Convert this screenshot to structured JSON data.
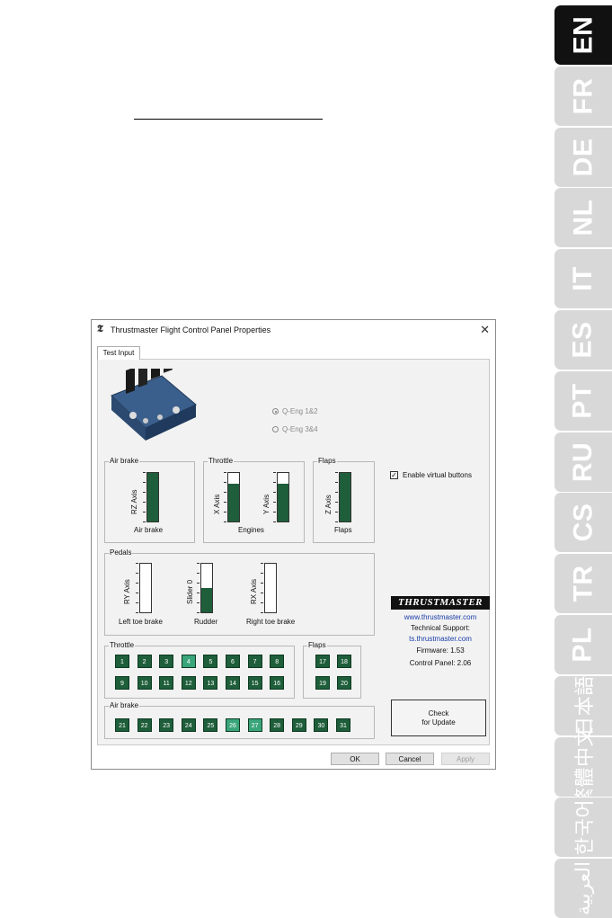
{
  "language_tabs": [
    {
      "code": "EN",
      "active": true
    },
    {
      "code": "FR",
      "active": false
    },
    {
      "code": "DE",
      "active": false
    },
    {
      "code": "NL",
      "active": false
    },
    {
      "code": "IT",
      "active": false
    },
    {
      "code": "ES",
      "active": false
    },
    {
      "code": "PT",
      "active": false
    },
    {
      "code": "RU",
      "active": false
    },
    {
      "code": "CS",
      "active": false
    },
    {
      "code": "TR",
      "active": false
    },
    {
      "code": "PL",
      "active": false
    },
    {
      "code": "日本語",
      "active": false
    },
    {
      "code": "繁體中文",
      "active": false
    },
    {
      "code": "한국어",
      "active": false
    },
    {
      "code": "العربية",
      "active": false
    }
  ],
  "colors": {
    "bar_fill": "#1e5e3a",
    "button_lit": "#3aa57a",
    "active_tab": "#111111",
    "inactive_tab": "#d8d8d8"
  },
  "window": {
    "title": "Thrustmaster Flight Control Panel Properties",
    "close_icon": "close-icon",
    "app_icon": "thrustmaster-logo-icon",
    "tab": "Test Input"
  },
  "mode": {
    "option1": "Q-Eng 1&2",
    "option2": "Q-Eng 3&4",
    "selected": "Q-Eng 1&2"
  },
  "groups": {
    "airbrake_axis": {
      "label": "Air brake",
      "axis": "RZ Axis",
      "caption": "Air brake",
      "level": 1.0
    },
    "throttle_axis": {
      "label": "Throttle",
      "x_axis": "X Axis",
      "y_axis": "Y Axis",
      "caption": "Engines",
      "x_level": 0.78,
      "y_level": 0.78
    },
    "flaps_axis": {
      "label": "Flaps",
      "axis": "Z Axis",
      "caption": "Flaps",
      "level": 1.0
    },
    "pedals": {
      "label": "Pedals",
      "left": {
        "axis": "RY Axis",
        "caption": "Left toe brake",
        "level": 0.0
      },
      "center": {
        "axis": "Slider 0",
        "caption": "Rudder",
        "level": 0.5
      },
      "right": {
        "axis": "RX Axis",
        "caption": "Right toe brake",
        "level": 0.0
      }
    }
  },
  "virtual_buttons": {
    "label": "Enable virtual buttons",
    "checked": true,
    "check_mark": "✓"
  },
  "throttle_buttons": {
    "label": "Throttle",
    "row1": [
      "1",
      "2",
      "3",
      "4",
      "5",
      "6",
      "7",
      "8"
    ],
    "row2": [
      "9",
      "10",
      "11",
      "12",
      "13",
      "14",
      "15",
      "16"
    ],
    "lit": [
      "4"
    ]
  },
  "flaps_buttons": {
    "label": "Flaps",
    "row1": [
      "17",
      "18"
    ],
    "row2": [
      "19",
      "20"
    ],
    "lit": []
  },
  "airbrake_buttons": {
    "label": "Air brake",
    "row": [
      "21",
      "22",
      "23",
      "24",
      "25",
      "26",
      "27",
      "28",
      "29",
      "30",
      "31"
    ],
    "lit": [
      "26",
      "27"
    ]
  },
  "brand": {
    "logo_text": "THRUSTMASTER",
    "website": "www.thrustmaster.com",
    "support_label": "Technical Support:",
    "support_url": "ts.thrustmaster.com",
    "firmware": "Firmware:  1.53",
    "control_panel": "Control Panel:  2.06"
  },
  "update_button": {
    "line1": "Check",
    "line2": "for Update"
  },
  "footer": {
    "ok": "OK",
    "cancel": "Cancel",
    "apply": "Apply"
  }
}
